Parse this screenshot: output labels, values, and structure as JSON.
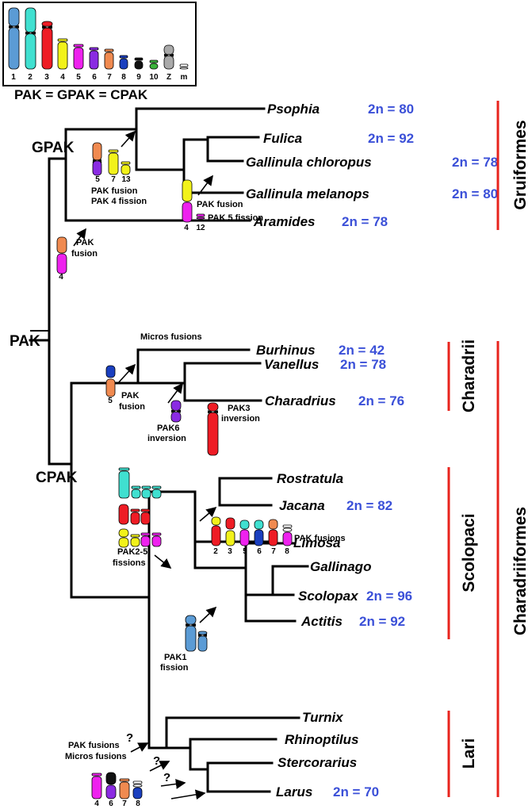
{
  "colors": {
    "chr1": "#5b9bd5",
    "chr2": "#40e0d0",
    "chr3": "#ee1c25",
    "chr4": "#f2f21a",
    "chr5": "#ee22ee",
    "chr6": "#8a2be2",
    "chr7": "#f08a50",
    "chr8": "#1a3fbf",
    "chr9": "#111111",
    "chr10": "#3cb43c",
    "chrZ": "#a9a9a9",
    "chrm": "#ffffff",
    "value_text": "#3b50d8",
    "clade_bar": "#e8231c"
  },
  "karyotype_inset": {
    "labels": [
      "1",
      "2",
      "3",
      "4",
      "5",
      "6",
      "7",
      "8",
      "9",
      "10",
      "Z",
      "m"
    ],
    "caption": "PAK = GPAK = CPAK"
  },
  "nodes": {
    "gpak": "GPAK",
    "pak": "PAK",
    "cpak": "CPAK"
  },
  "taxa": [
    {
      "name": "Psophia",
      "chrom": "2n = 80"
    },
    {
      "name": "Fulica",
      "chrom": "2n = 92"
    },
    {
      "name": "Gallinula chloropus",
      "chrom": "2n = 78"
    },
    {
      "name": "Gallinula melanops",
      "chrom": "2n = 80"
    },
    {
      "name": "Aramides",
      "chrom": "2n = 78"
    },
    {
      "name": "Burhinus",
      "chrom": "2n = 42"
    },
    {
      "name": "Vanellus",
      "chrom": "2n = 78"
    },
    {
      "name": "Charadrius",
      "chrom": "2n = 76"
    },
    {
      "name": "Rostratula",
      "chrom": ""
    },
    {
      "name": "Jacana",
      "chrom": "2n = 82"
    },
    {
      "name": "Limosa",
      "chrom": ""
    },
    {
      "name": "Gallinago",
      "chrom": ""
    },
    {
      "name": "Scolopax",
      "chrom": "2n = 96"
    },
    {
      "name": "Actitis",
      "chrom": "2n = 92"
    },
    {
      "name": "Turnix",
      "chrom": ""
    },
    {
      "name": "Rhinoptilus",
      "chrom": ""
    },
    {
      "name": "Stercorarius",
      "chrom": ""
    },
    {
      "name": "Larus",
      "chrom": "2n = 70"
    }
  ],
  "clades": {
    "gruiformes": "Gruiformes",
    "charadrii": "Charadrii",
    "scolopaci": "Scolopaci",
    "lari": "Lari",
    "charadriiformes": "Charadriiformes"
  },
  "events": {
    "gpak_a": "PAK fusion",
    "gpak_b": "PAK 4 fission",
    "gpak_nums": [
      "5",
      "7",
      "13"
    ],
    "gall_fusion": "PAK fusion",
    "gall_fission": "PAK 5 fission",
    "gall_nums": [
      "4",
      "12"
    ],
    "gruif_a": "PAK",
    "gruif_b": "fusion",
    "gruif_num": "4",
    "micros": "Micros fusions",
    "char_a": "PAK",
    "char_b": "fusion",
    "char_num": "5",
    "pak6_a": "PAK6",
    "pak6_b": "inversion",
    "pak3_a": "PAK3",
    "pak3_b": "inversion",
    "scol_a": "PAK2-5",
    "scol_b": "fissions",
    "jacana_fusions": "PAK fusions",
    "jacana_nums": [
      "2",
      "3",
      "5",
      "6",
      "7",
      "8"
    ],
    "pak1_a": "PAK1",
    "pak1_b": "fission",
    "lari_a": "PAK fusions",
    "lari_b": "Micros fusions",
    "lari_nums": [
      "4",
      "6",
      "7",
      "8"
    ],
    "q": "?"
  }
}
